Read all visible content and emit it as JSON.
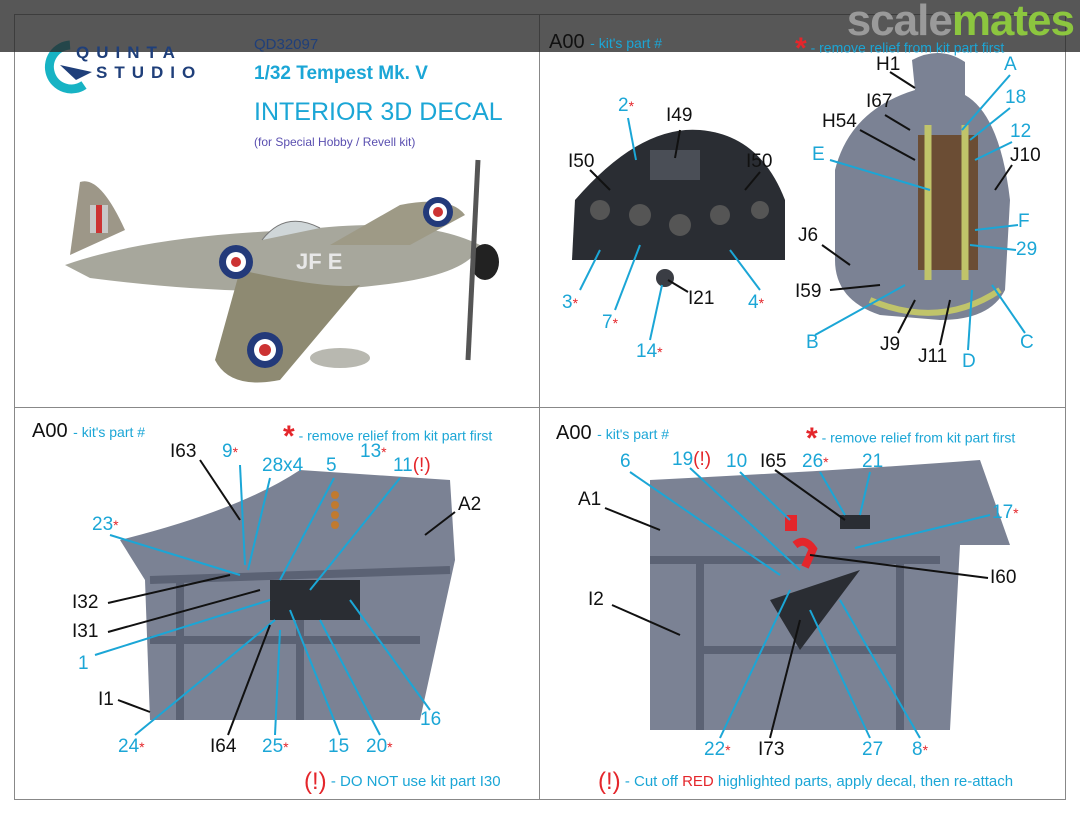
{
  "watermark": {
    "part1": "scale",
    "part2": "mates"
  },
  "logo": {
    "line1": "QUINTA",
    "line2": "STUDIO"
  },
  "product": {
    "code": "QD32097",
    "title": "1/32 Tempest Mk. V",
    "subtitle": "INTERIOR 3D DECAL",
    "compat": "(for Special Hobby / Revell kit)"
  },
  "legend": {
    "part_code": "A00",
    "part_label": "- kit's part #",
    "asterisk": "*",
    "asterisk_label": "- remove relief from kit part first"
  },
  "aircraft": {
    "code_letters": "JF E"
  },
  "panel_tr": {
    "labels": [
      {
        "n": "2",
        "s": "*"
      },
      {
        "n": "3",
        "s": "*"
      },
      {
        "n": "7",
        "s": "*"
      },
      {
        "n": "14",
        "s": "*"
      },
      {
        "n": "4",
        "s": "*"
      },
      {
        "n": "I49"
      },
      {
        "n": "I50"
      },
      {
        "n": "I50"
      },
      {
        "n": "I21"
      },
      {
        "n": "H1"
      },
      {
        "n": "I67"
      },
      {
        "n": "H54"
      },
      {
        "n": "J10"
      },
      {
        "n": "J6"
      },
      {
        "n": "I59"
      },
      {
        "n": "J9"
      },
      {
        "n": "J11"
      },
      {
        "n": "A"
      },
      {
        "n": "18"
      },
      {
        "n": "12"
      },
      {
        "n": "E"
      },
      {
        "n": "F"
      },
      {
        "n": "29"
      },
      {
        "n": "B"
      },
      {
        "n": "D"
      },
      {
        "n": "C"
      }
    ]
  },
  "panel_bl": {
    "labels": [
      {
        "n": "I63"
      },
      {
        "n": "9",
        "s": "*"
      },
      {
        "n": "28x4"
      },
      {
        "n": "5"
      },
      {
        "n": "13",
        "s": "*"
      },
      {
        "n": "11",
        "s": "(!)"
      },
      {
        "n": "A2"
      },
      {
        "n": "23",
        "s": "*"
      },
      {
        "n": "I32"
      },
      {
        "n": "I31"
      },
      {
        "n": "1"
      },
      {
        "n": "I1"
      },
      {
        "n": "24",
        "s": "*"
      },
      {
        "n": "I64"
      },
      {
        "n": "25",
        "s": "*"
      },
      {
        "n": "15"
      },
      {
        "n": "20",
        "s": "*"
      },
      {
        "n": "16"
      }
    ],
    "footer": {
      "mark": "(!)",
      "text": "- DO NOT use kit part I30"
    }
  },
  "panel_br": {
    "labels": [
      {
        "n": "6"
      },
      {
        "n": "19",
        "s": "(!)"
      },
      {
        "n": "10"
      },
      {
        "n": "I65"
      },
      {
        "n": "26",
        "s": "*"
      },
      {
        "n": "21"
      },
      {
        "n": "17",
        "s": "*"
      },
      {
        "n": "A1"
      },
      {
        "n": "I60"
      },
      {
        "n": "I2"
      },
      {
        "n": "22",
        "s": "*"
      },
      {
        "n": "I73"
      },
      {
        "n": "27"
      },
      {
        "n": "8",
        "s": "*"
      }
    ],
    "footer": {
      "mark": "(!)",
      "pre": "- Cut off ",
      "red": "RED",
      "post": " highlighted parts, apply decal, then re-attach"
    }
  },
  "colors": {
    "cyan": "#1ba6d6",
    "red": "#e4262b",
    "navy": "#1f3f7a",
    "part_gray": "#7b8294"
  }
}
